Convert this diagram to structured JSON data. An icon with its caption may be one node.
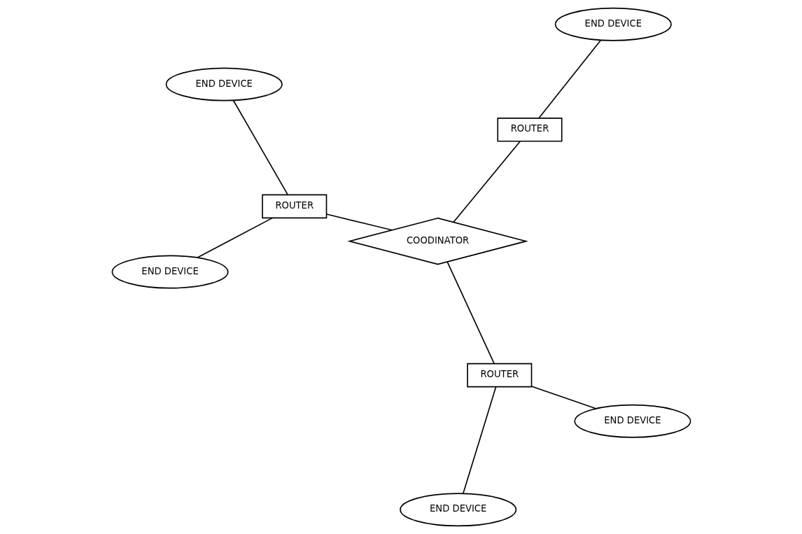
{
  "diagram": {
    "nodes": [
      {
        "text": [
          "END DEVICE"
        ]
      },
      {
        "text": [
          "END DEVICE"
        ]
      },
      {
        "text": [
          "ROUTER"
        ]
      },
      {
        "text": [
          "ROUTER"
        ]
      },
      {
        "text": [
          "END DEVICE"
        ]
      },
      {
        "text": [
          "COODINATOR"
        ]
      },
      {
        "text": [
          "ROUTER"
        ]
      },
      {
        "text": [
          "END DEVICE"
        ]
      },
      {
        "text": [
          "END DEVICE"
        ]
      }
    ],
    "edges": [
      {
        "from": 3,
        "to": 4,
        "arrow": "none"
      },
      {
        "from": 3,
        "to": 5,
        "arrow": "none"
      },
      {
        "from": 2,
        "to": 0,
        "arrow": "none"
      },
      {
        "from": 2,
        "to": 1,
        "arrow": "none"
      },
      {
        "from": 5,
        "to": 2,
        "arrow": "none"
      },
      {
        "from": 5,
        "to": 6,
        "arrow": "none"
      },
      {
        "from": 6,
        "to": 7,
        "arrow": "none"
      },
      {
        "from": 6,
        "to": 8,
        "arrow": "none"
      }
    ]
  }
}
